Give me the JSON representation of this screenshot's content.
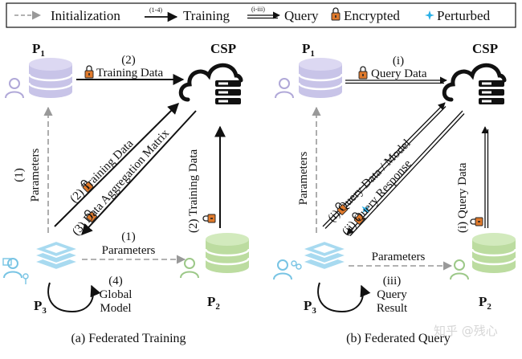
{
  "legend": {
    "initialization": "Initialization",
    "training_tag": "(1-4)",
    "training": "Training",
    "query_tag": "(i-iii)",
    "query": "Query",
    "encrypted": "Encrypted",
    "perturbed": "Perturbed"
  },
  "training": {
    "p1": "P",
    "p1_sub": "1",
    "p2": "P",
    "p2_sub": "2",
    "p3": "P",
    "p3_sub": "3",
    "csp": "CSP",
    "step2_top_num": "(2)",
    "step2_top_label": "Training Data",
    "step1_left_num": "(1)",
    "step1_left_label": "Parameters",
    "diag_upper": "(2) Training Data",
    "diag_lower": "(3) Data Aggregation Matrix",
    "step2_right": "(2) Training Data",
    "step1_bottom_num": "(1)",
    "step1_bottom_label": "Parameters",
    "step4_num": "(4)",
    "step4_line1": "Global",
    "step4_line2": "Model",
    "caption": "(a) Federated Training"
  },
  "query": {
    "p1": "P",
    "p1_sub": "1",
    "p2": "P",
    "p2_sub": "2",
    "p3": "P",
    "p3_sub": "3",
    "csp": "CSP",
    "top_num": "(i)",
    "top_label": "Query Data",
    "left_label": "Parameters",
    "diag_upper": "(i) Query Data / Model",
    "diag_lower": "(ii) Query Response",
    "right_label": "(i) Query Data",
    "bottom_label": "Parameters",
    "iii_num": "(iii)",
    "iii_line1": "Query",
    "iii_line2": "Result",
    "caption": "(b) Federated Query"
  },
  "watermark": "知乎 @残心",
  "colors": {
    "db_purple": "#c8c4e8",
    "db_green": "#bcdca0",
    "stack_blue": "#a8daf0",
    "lock_orange": "#e07a2c",
    "perturb_cyan": "#2ab0e6",
    "person_purple": "#b0a8d8",
    "person_green": "#9cc888",
    "person_blue": "#78c4e4"
  }
}
